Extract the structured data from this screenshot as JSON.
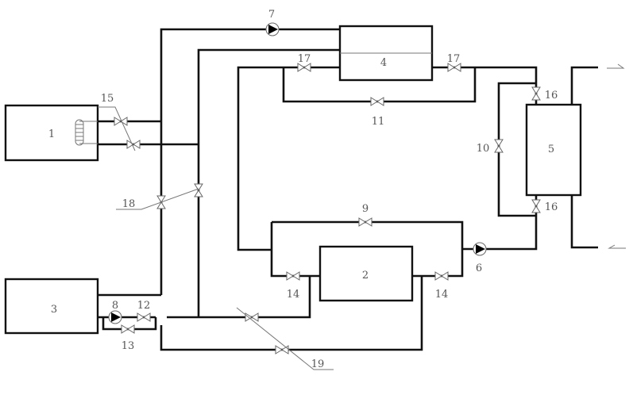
{
  "components": {
    "c1": "1",
    "c2": "2",
    "c3": "3",
    "c4": "4",
    "c5": "5",
    "c6": "6",
    "c7": "7",
    "c8": "8",
    "c9": "9",
    "c10": "10",
    "c11": "11",
    "c12": "12",
    "c13": "13",
    "c14a": "14",
    "c14b": "14",
    "c15": "15",
    "c16a": "16",
    "c16b": "16",
    "c17a": "17",
    "c17b": "17",
    "c18": "18",
    "c19": "19"
  },
  "colors": {
    "line": "#111111",
    "label": "#555555"
  }
}
